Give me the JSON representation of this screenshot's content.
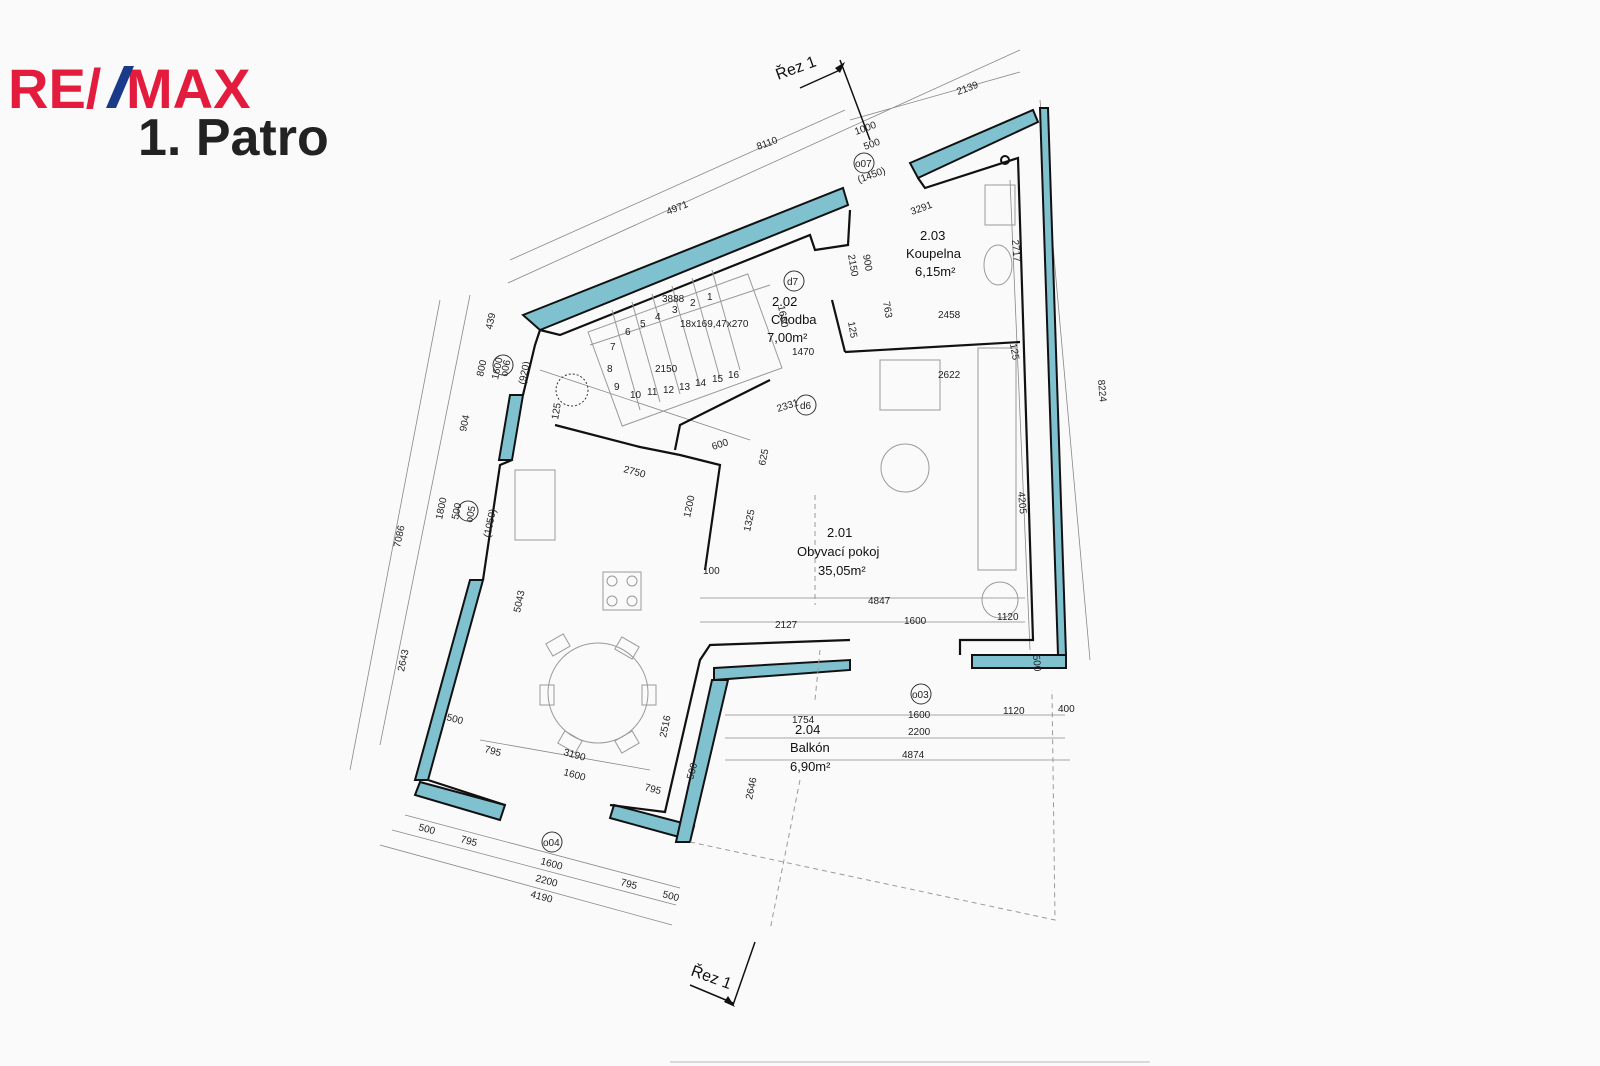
{
  "brand": {
    "logo_left": "RE/",
    "logo_right": "MAX",
    "floor_title": "1. Patro",
    "red": "#e31c3d",
    "blue": "#1a3a8a",
    "wall_fill": "#7fc1cf"
  },
  "rooms": [
    {
      "id": "2.01",
      "name": "Obyvací pokoj",
      "area": "35,05m²"
    },
    {
      "id": "2.02",
      "name": "Chodba",
      "area": "7,00m²"
    },
    {
      "id": "2.03",
      "name": "Koupelna",
      "area": "6,15m²"
    },
    {
      "id": "2.04",
      "name": "Balkón",
      "area": "6,90m²"
    }
  ],
  "section_label": "Řez 1",
  "tags": {
    "d7": "d7",
    "d6": "d6",
    "o07": "o07",
    "o06": "o06",
    "o05": "o05",
    "o04": "o04",
    "o03": "o03"
  },
  "opening_sizes": {
    "o07": "(1450)",
    "o06": "(920)",
    "o05": "(1050)"
  },
  "stair": {
    "spec": "18x169,47x270",
    "length": "3888",
    "run": "2150",
    "steps": [
      "1",
      "2",
      "3",
      "4",
      "5",
      "6",
      "7",
      "8",
      "9",
      "10",
      "11",
      "12",
      "13",
      "14",
      "15",
      "16"
    ]
  },
  "dims": {
    "top_8110": "8110",
    "top_4971": "4971",
    "top_2139": "2139",
    "top_1000": "1000",
    "top_500": "500",
    "right_8224": "8224",
    "left_7086": "7086",
    "left_439": "439",
    "left_800": "800",
    "left_1600": "1600",
    "left_904": "904",
    "left_1800": "1800",
    "left_500": "500",
    "left_2643": "2643",
    "d_1650": "1650",
    "d_2150": "2150",
    "d_900": "900",
    "d_3291": "3291",
    "d_2717": "2717",
    "d_763": "763",
    "d_2458": "2458",
    "d_125a": "125",
    "d_125b": "125",
    "d_125c": "125",
    "d_1470": "1470",
    "d_2622": "2622",
    "d_2331": "2331",
    "d_600": "600",
    "d_625": "625",
    "d_2750": "2750",
    "d_1200": "1200",
    "d_1325": "1325",
    "d_100": "100",
    "d_4205": "4205",
    "d_5043": "5043",
    "d_4847": "4847",
    "d_2127": "2127",
    "d_1600a": "1600",
    "d_1120a": "1120",
    "d_500r": "500",
    "d_2516": "2516",
    "d_3190": "3190",
    "d_500b": "500",
    "d_795a": "795",
    "d_1600b": "1600",
    "d_795b": "795",
    "d_500c": "500",
    "d_1754": "1754",
    "d_1600c": "1600",
    "d_2200a": "2200",
    "d_1120b": "1120",
    "d_400": "400",
    "d_4874": "4874",
    "d_2646": "2646",
    "b_500": "500",
    "b_795": "795",
    "b_1600": "1600",
    "b_2200": "2200",
    "b_4190": "4190",
    "b_795r": "795",
    "b_500r": "500"
  }
}
